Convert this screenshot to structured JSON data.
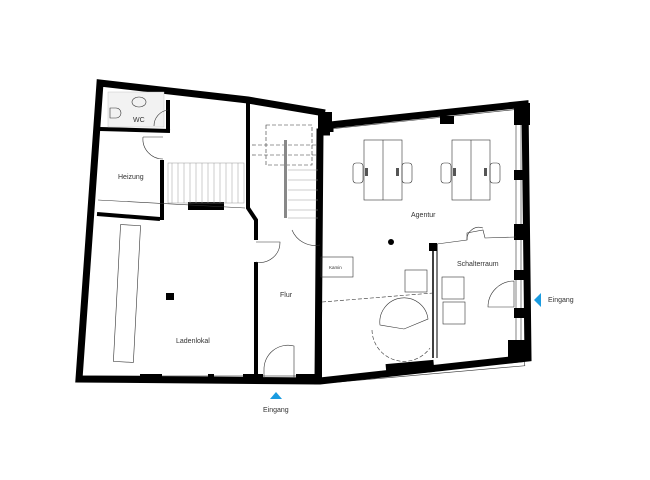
{
  "plan": {
    "rooms": {
      "wc": "WC",
      "heizung": "Heizung",
      "ladenlokal": "Ladenlokal",
      "flur": "Flur",
      "kamin": "Kamin",
      "agentur": "Agentur",
      "schalterraum": "Schalterraum"
    },
    "entrances": {
      "bottom": "Eingang",
      "right": "Eingang"
    },
    "colors": {
      "wall": "#000000",
      "entrance_marker": "#1a9be0"
    }
  }
}
